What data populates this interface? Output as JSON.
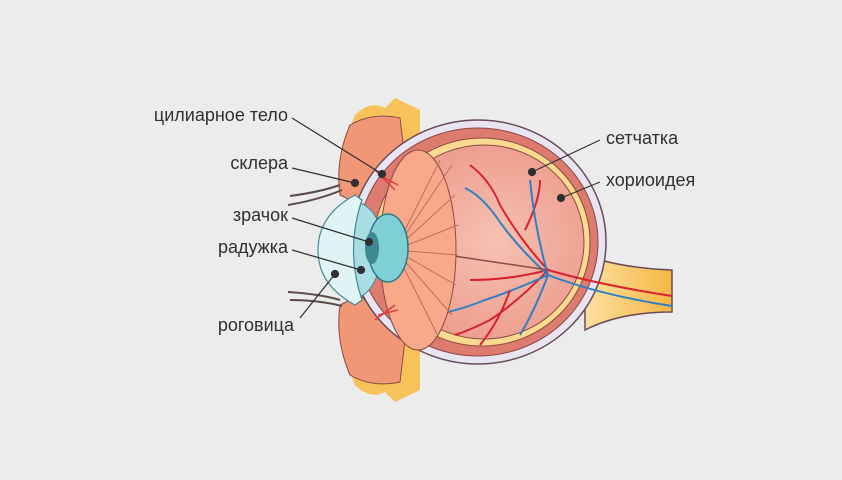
{
  "labels": {
    "ciliary_body": "цилиарное тело",
    "sclera": "склера",
    "pupil": "зрачок",
    "iris": "радужка",
    "cornea": "роговица",
    "retina": "сетчатка",
    "choroid": "хориоидея"
  },
  "colors": {
    "background": "#ebeceb",
    "text": "#2f3033",
    "artery": "#d8222f",
    "vein": "#2f7fc6"
  }
}
